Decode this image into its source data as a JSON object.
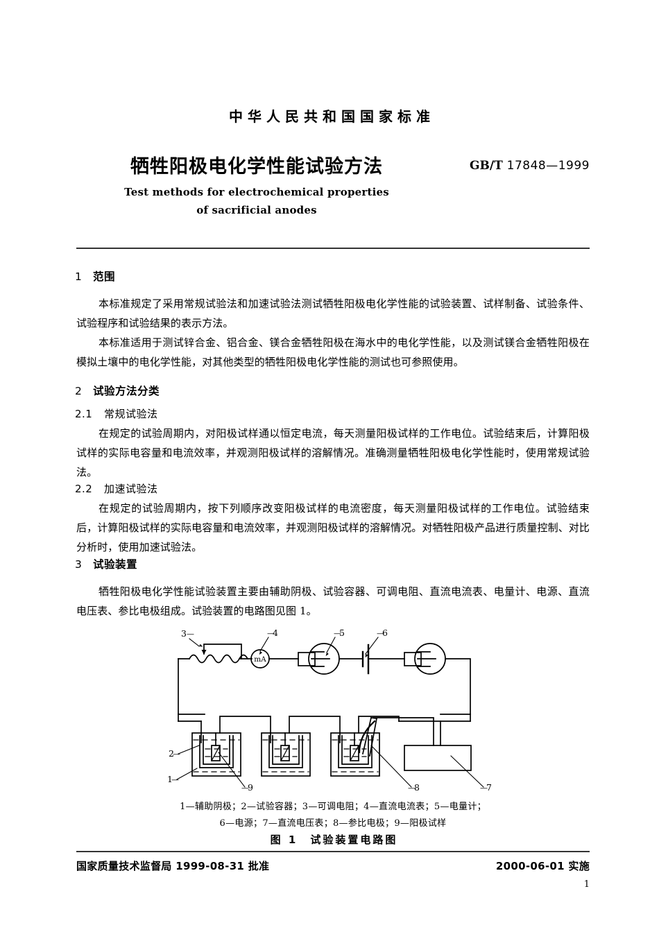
{
  "header": {
    "national_line": "中华人民共和国国家标准",
    "title_cn": "牺牲阳极电化学性能试验方法",
    "std_prefix": "GB/T",
    "std_number": " 17848—1999",
    "title_en_line1": "Test methods for electrochemical properties",
    "title_en_line2": "of sacrificial anodes"
  },
  "sections": {
    "s1": {
      "number": "1",
      "title": "范围",
      "p1": "本标准规定了采用常规试验法和加速试验法测试牺牲阳极电化学性能的试验装置、试样制备、试验条件、试验程序和试验结果的表示方法。",
      "p2": "本标准适用于测试锌合金、铝合金、镁合金牺牲阳极在海水中的电化学性能，以及测试镁合金牺牲阳极在模拟土壤中的电化学性能，对其他类型的牺牲阳极电化学性能的测试也可参照使用。"
    },
    "s2": {
      "number": "2",
      "title": "试验方法分类",
      "s21": {
        "number": "2.1",
        "title": "常规试验法",
        "p1": "在规定的试验周期内，对阳极试样通以恒定电流，每天测量阳极试样的工作电位。试验结束后，计算阳极试样的实际电容量和电流效率，并观测阳极试样的溶解情况。准确测量牺牲阳极电化学性能时，使用常规试验法。"
      },
      "s22": {
        "number": "2.2",
        "title": "加速试验法",
        "p1": "在规定的试验周期内，按下列顺序改变阳极试样的电流密度，每天测量阳极试样的工作电位。试验结束后，计算阳极试样的实际电容量和电流效率，并观测阳极试样的溶解情况。对牺牲阳极产品进行质量控制、对比分析时，使用加速试验法。"
      }
    },
    "s3": {
      "number": "3",
      "title": "试验装置",
      "p1": "牺牲阳极电化学性能试验装置主要由辅助阴极、试验容器、可调电阻、直流电流表、电量计、电源、直流电压表、参比电极组成。试验装置的电路图见图 1。"
    }
  },
  "figure": {
    "ammeter_label": "mA",
    "callouts": [
      "1",
      "2",
      "3",
      "4",
      "5",
      "6",
      "7",
      "8",
      "9"
    ],
    "legend_line1": "1—辅助阴极；2—试验容器；3—可调电阻；4—直流电流表；5—电量计；",
    "legend_line2": "6—电源；7—直流电压表；8—参比电极；9—阳极试样",
    "caption": "图 1　试验装置电路图"
  },
  "footer": {
    "approval": "国家质量技术监督局 1999-08-31 批准",
    "implementation": "2000-06-01 实施",
    "page_number": "1"
  }
}
